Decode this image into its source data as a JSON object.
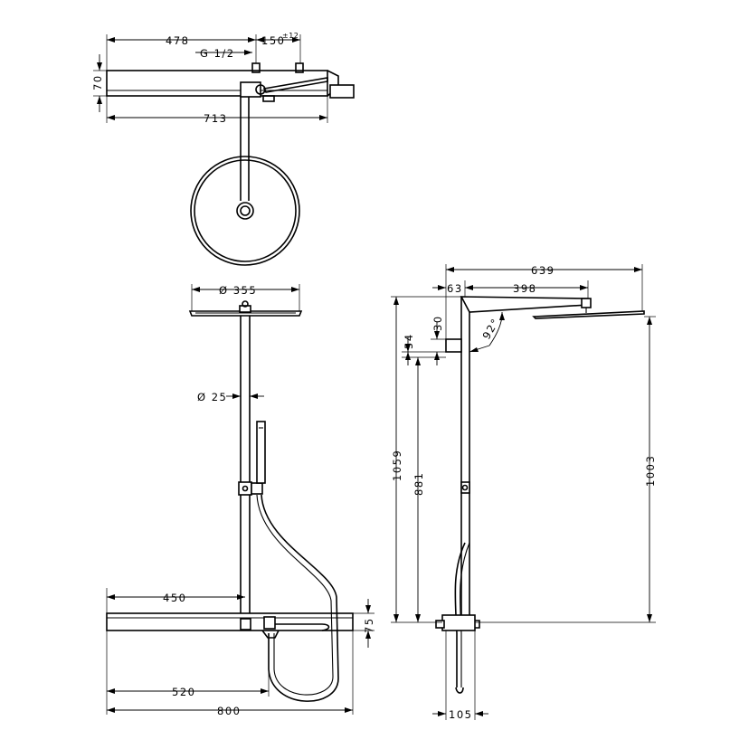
{
  "dimensions": {
    "top_view": {
      "d478": "478",
      "d150": "150",
      "d150_tol": "±12",
      "thread": "G 1/2",
      "d70": "70",
      "d713": "713"
    },
    "front_view": {
      "head_diameter": "Ø 355",
      "pipe_diameter": "Ø 25",
      "d450": "450",
      "d75": "75",
      "d520": "520",
      "d800": "800"
    },
    "side_view": {
      "d639": "639",
      "d63": "63",
      "d398": "398",
      "d30": "30",
      "angle": "92°",
      "d54": "54",
      "d1059": "1059",
      "d881": "881",
      "d1003": "1003",
      "d105": "105"
    }
  }
}
